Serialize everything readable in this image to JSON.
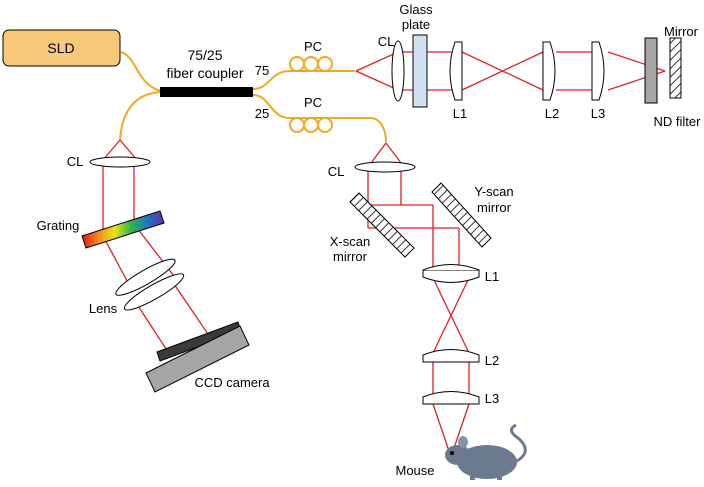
{
  "labels": {
    "sld": "SLD",
    "coupler_ratio": "75/25",
    "coupler_name": "fiber coupler",
    "port_75": "75",
    "port_25": "25",
    "pc_top": "PC",
    "pc_bottom": "PC",
    "cl_ref": "CL",
    "glass_line1": "Glass",
    "glass_line2": "plate",
    "l1_ref": "L1",
    "l2_ref": "L2",
    "l3_ref": "L3",
    "nd_filter": "ND filter",
    "mirror": "Mirror",
    "cl_spec": "CL",
    "grating": "Grating",
    "lens": "Lens",
    "ccd_camera": "CCD camera",
    "cl_sample": "CL",
    "yscan_line1": "Y-scan",
    "yscan_line2": "mirror",
    "xscan_line1": "X-scan",
    "xscan_line2": "mirror",
    "l1_sample": "L1",
    "l2_sample": "L2",
    "l3_sample": "L3",
    "mouse": "Mouse"
  },
  "colors": {
    "fiber": "#f0a81c",
    "beam": "#e02020",
    "sld_fill": "#f9c97a",
    "glass_fill": "#cfe0ef",
    "nd_fill": "#a6a6a6",
    "ccd_body": "#a6a6a6",
    "ccd_sensor": "#3a3a3a",
    "mouse": "#6b7a8f"
  }
}
